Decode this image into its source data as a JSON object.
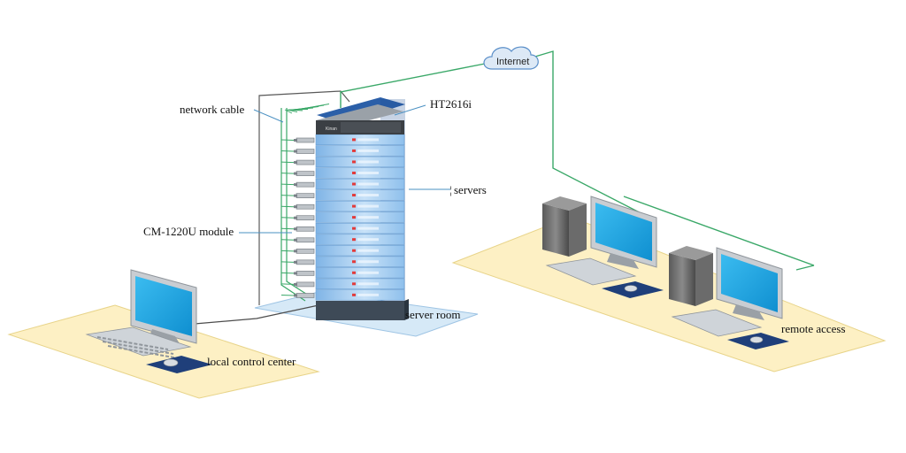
{
  "labels": {
    "network_cable": "network cable",
    "ht2616i": "HT2616i",
    "servers": "servers",
    "servers_prefix": "¦",
    "cm_module": "CM-1220U module",
    "server_room": "server room",
    "local_control_center": "local control center",
    "remote_access": "remote access",
    "internet": "Internet",
    "switch_brand": "Kinan"
  },
  "colors": {
    "floor_yellow": "#fdf0c4",
    "floor_blue": "#d6e9f7",
    "cable_green": "#3aa868",
    "cable_gray": "#4d4d4d",
    "server_blue": "#a9cff2",
    "monitor_screen": "#1aa3e0",
    "leader_line": "#4a90c2"
  },
  "rack": {
    "server_count": 15,
    "module_count": 15
  }
}
